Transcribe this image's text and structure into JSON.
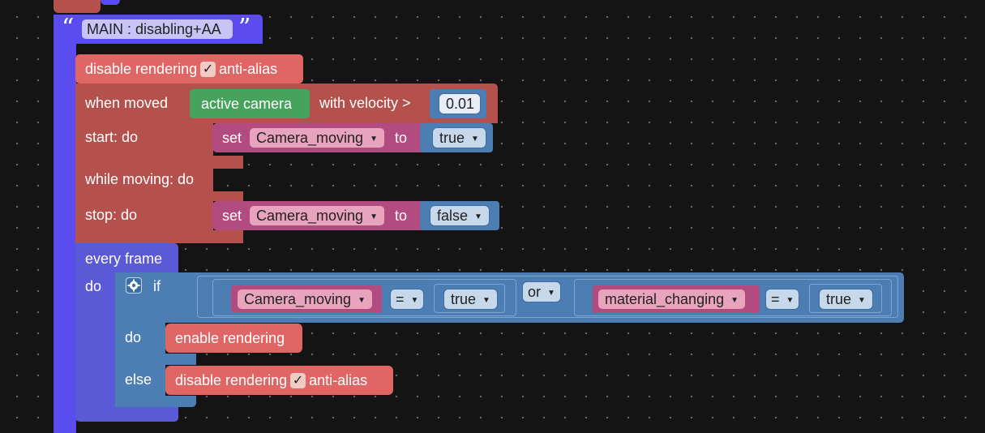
{
  "main": {
    "open_quote": "“",
    "close_quote": "”",
    "label": "MAIN : disabling+AA"
  },
  "disable_block": {
    "label": "disable rendering",
    "check": "✓",
    "suffix": "anti-alias"
  },
  "when_moved": {
    "label": "when moved",
    "camera": "active camera",
    "velocity_label": "with velocity >",
    "velocity_value": "0.01",
    "start_label": "start: do",
    "while_label": "while moving: do",
    "stop_label": "stop: do"
  },
  "set_start": {
    "set": "set",
    "variable": "Camera_moving",
    "to": "to",
    "value": "true"
  },
  "set_stop": {
    "set": "set",
    "variable": "Camera_moving",
    "to": "to",
    "value": "false"
  },
  "every_frame": {
    "label": "every frame",
    "do": "do"
  },
  "if_block": {
    "if": "if",
    "do": "do",
    "else": "else",
    "left_variable": "Camera_moving",
    "left_op": "=",
    "left_value": "true",
    "logic_op": "or",
    "right_variable": "material_changing",
    "right_op": "=",
    "right_value": "true"
  },
  "enable_block": {
    "label": "enable rendering"
  },
  "disable_block_2": {
    "label": "disable rendering",
    "check": "✓",
    "suffix": "anti-alias"
  },
  "colors": {
    "main_block": "#5b4cf0",
    "rendering_block": "#e06666",
    "event_block": "#b5514d",
    "camera_block": "#46a35c",
    "variable_block": "#b24c80",
    "logic_block": "#4c7db3",
    "frame_block": "#5a5ad6"
  },
  "icons": {
    "settings": "gear-icon",
    "dropdown": "▾"
  }
}
